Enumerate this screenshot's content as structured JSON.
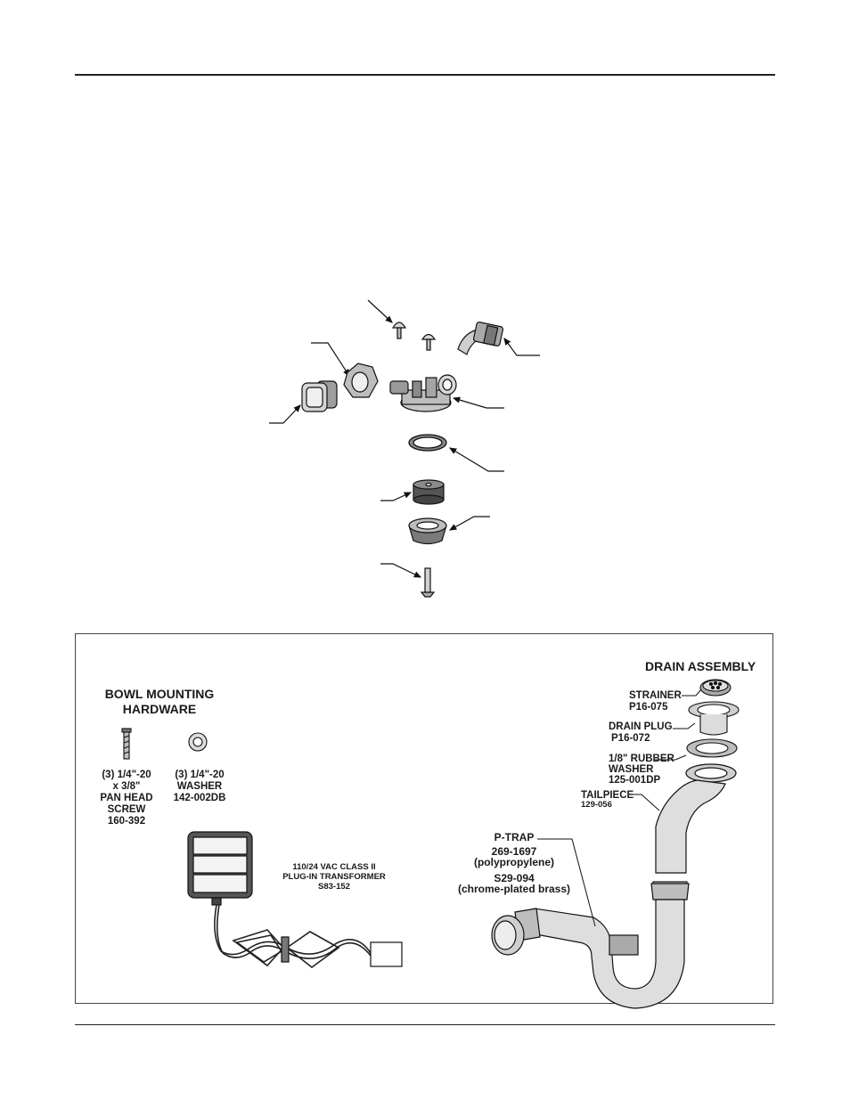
{
  "drain_assembly": {
    "title": "DRAIN ASSEMBLY",
    "strainer": {
      "name": "STRAINER",
      "part": "P16-075"
    },
    "drain_plug": {
      "name": "DRAIN PLUG",
      "part": "P16-072"
    },
    "rubber_washer": {
      "name_line1": "1/8\" RUBBER",
      "name_line2": "WASHER",
      "part": "125-001DP"
    },
    "tailpiece": {
      "name": "TAILPIECE",
      "part": "129-056"
    },
    "ptrap": {
      "name": "P-TRAP",
      "part1": "269-1697",
      "material1": "(polypropylene)",
      "part2": "S29-094",
      "material2": "(chrome-plated brass)"
    }
  },
  "bowl_mounting": {
    "title_line1": "BOWL MOUNTING",
    "title_line2": "HARDWARE",
    "screw": {
      "line1": "(3) 1/4\"-20",
      "line2": "x 3/8\"",
      "line3": "PAN HEAD",
      "line4": "SCREW",
      "part": "160-392"
    },
    "washer": {
      "line1": "(3) 1/4\"-20",
      "line2": "WASHER",
      "part": "142-002DB"
    }
  },
  "transformer": {
    "line1": "110/24 VAC CLASS II",
    "line2": "PLUG-IN TRANSFORMER",
    "part": "S83-152"
  }
}
